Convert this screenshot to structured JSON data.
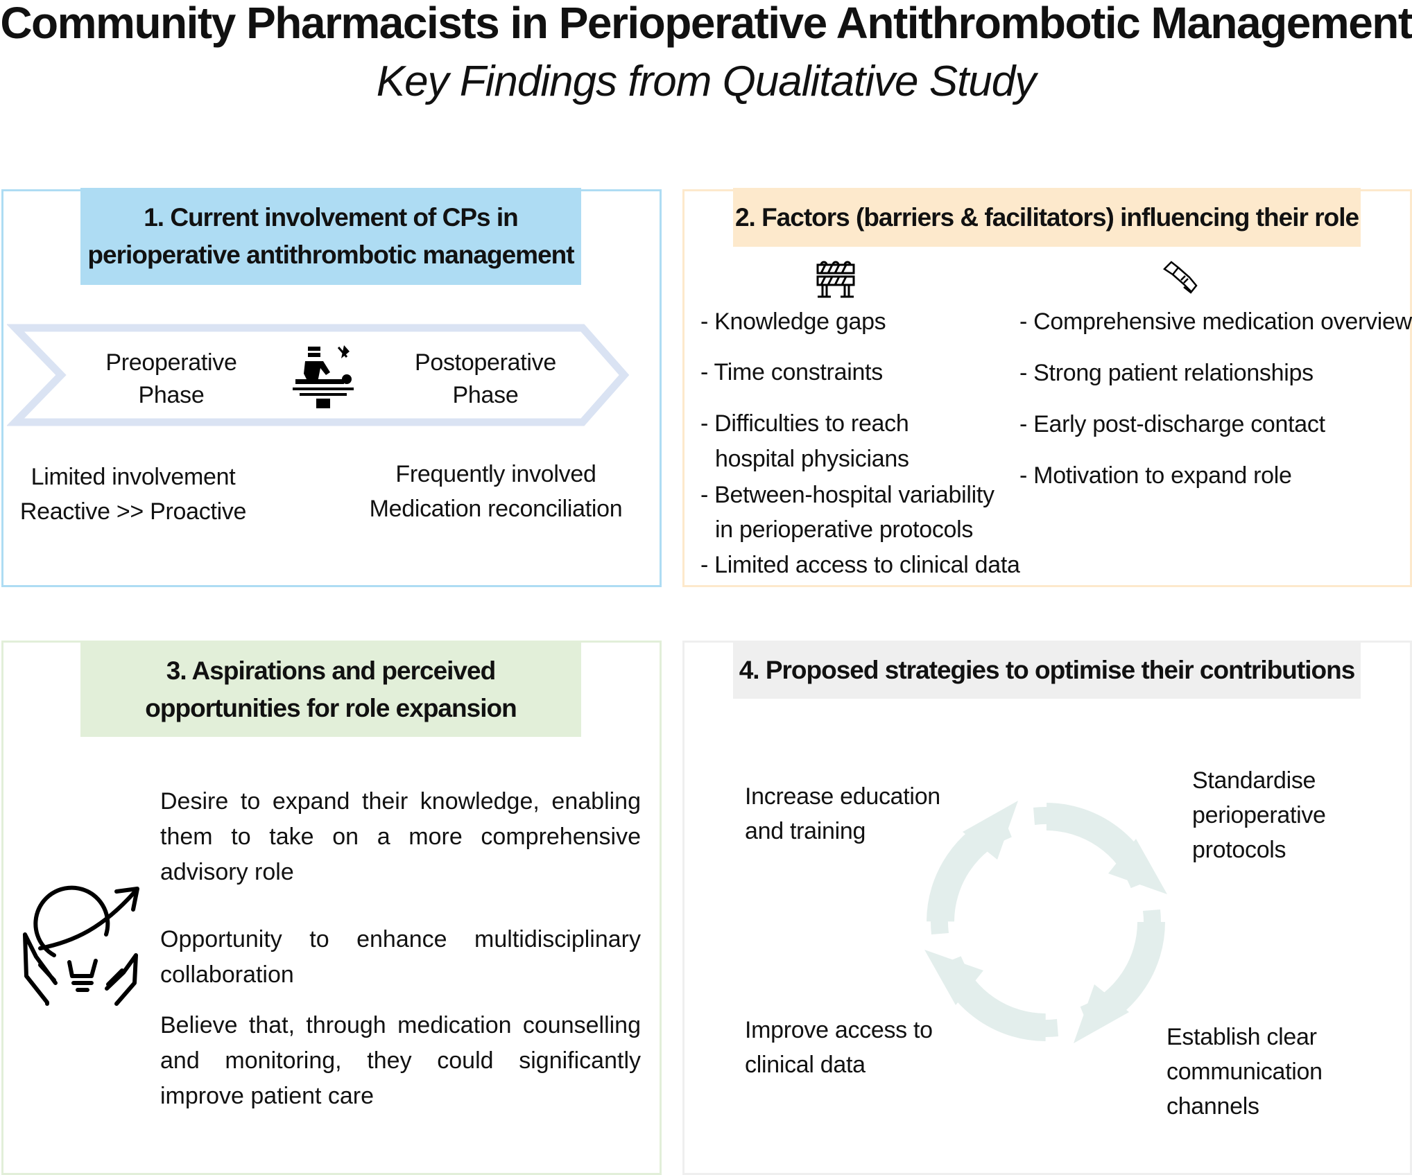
{
  "title": "Community Pharmacists in Perioperative Antithrombotic Management",
  "subtitle": "Key Findings from Qualitative Study",
  "colors": {
    "panel1": "#aedcf3",
    "panel2": "#fde9cc",
    "panel3": "#e2efd9",
    "panel4": "#efefef",
    "chevron": "#dae3f3",
    "cycle": "#e3eeec"
  },
  "panel1": {
    "heading_line1": "1. Current involvement of CPs in",
    "heading_line2": "perioperative antithrombotic management",
    "pre_line1": "Preoperative",
    "pre_line2": "Phase",
    "post_line1": "Postoperative",
    "post_line2": "Phase",
    "pre_note1": "Limited involvement",
    "pre_note2": "Reactive >> Proactive",
    "post_note1": "Frequently involved",
    "post_note2": "Medication reconciliation",
    "icon": "surgery-icon"
  },
  "panel2": {
    "heading": "2. Factors (barriers & facilitators) influencing their role",
    "barrier_icon": "roadblock-icon",
    "facilitator_icon": "handshake-icon",
    "barriers": [
      "- Knowledge gaps",
      "- Time constraints",
      "- Difficulties to reach",
      "hospital physicians",
      "- Between-hospital variability",
      "in perioperative protocols",
      "- Limited access to clinical data"
    ],
    "facilitators": [
      "- Comprehensive medication overview",
      "- Strong patient relationships",
      "- Early post-discharge contact",
      "- Motivation to expand role"
    ]
  },
  "panel3": {
    "heading_line1": "3. Aspirations and perceived",
    "heading_line2": "opportunities for role expansion",
    "icon": "lightbulb-growth-icon",
    "items": [
      "Desire to expand their knowledge, enabling them to take on a more comprehensive advisory role",
      "Opportunity to enhance multidisciplinary collaboration",
      "Believe that, through medication counselling and monitoring, they could significantly improve patient care"
    ]
  },
  "panel4": {
    "heading": "4. Proposed strategies to optimise their contributions",
    "s1": [
      "Increase education",
      "and training"
    ],
    "s2": [
      "Standardise",
      "perioperative",
      "protocols"
    ],
    "s3": [
      "Improve access to",
      "clinical data"
    ],
    "s4": [
      "Establish clear",
      "communication",
      "channels"
    ]
  }
}
